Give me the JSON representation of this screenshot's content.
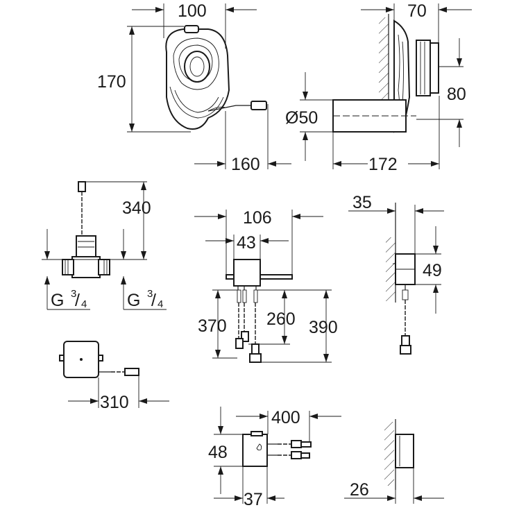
{
  "dimensions": {
    "siphon_width": "100",
    "siphon_height": "170",
    "siphon_cable_offset": "160",
    "wall_plate_thickness": "70",
    "outlet_height": "80",
    "outlet_diameter": "Ø50",
    "outlet_length": "172",
    "valve_height": "340",
    "thread_left_g": "G",
    "thread_left_num": "3",
    "thread_left_den": "4",
    "thread_right_g": "G",
    "thread_right_num": "3",
    "thread_right_den": "4",
    "control_width": "106",
    "control_body_width": "43",
    "cable_length_a": "370",
    "cable_length_b": "260",
    "cable_length_c": "390",
    "side_depth": "35",
    "side_height": "49",
    "box_cable": "310",
    "power_unit_cable": "400",
    "power_unit_height": "48",
    "power_unit_width": "37",
    "power_unit_depth": "26"
  }
}
